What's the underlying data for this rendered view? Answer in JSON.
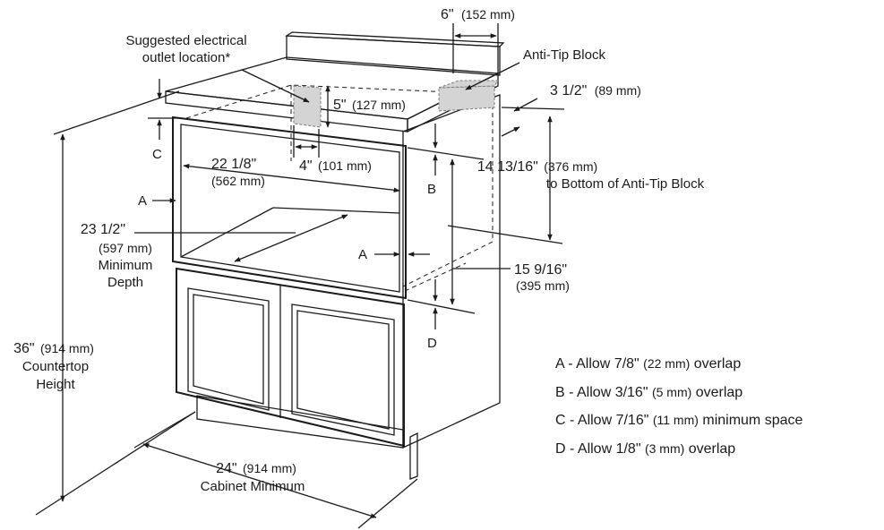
{
  "colors": {
    "ink": "#1a1a1a",
    "block": "#d4d4d4",
    "cabinet": "#ffffff"
  },
  "labels": {
    "outlet_line1": "Suggested electrical",
    "outlet_line2": "outlet location*",
    "anti_tip": "Anti-Tip Block",
    "top_width_main": "6\"",
    "top_width_mm": "(152 mm)",
    "block_depth_main": "3 1/2\"",
    "block_depth_mm": "(89 mm)",
    "outlet_height_main": "5\"",
    "outlet_height_mm": "(127 mm)",
    "outlet_offset_main": "4\"",
    "outlet_offset_mm": "(101 mm)",
    "width_main": "22 1/8\"",
    "width_mm": "(562 mm)",
    "depth_main": "23 1/2\"",
    "depth_mm": "(597 mm)",
    "depth_line2": "Minimum",
    "depth_line3": "Depth",
    "anti_tip_height_main": "14 13/16\"",
    "anti_tip_height_mm": "(376 mm)",
    "anti_tip_height_line2": "to Bottom of Anti-Tip Block",
    "opening_height_main": "15 9/16\"",
    "opening_height_mm": "(395 mm)",
    "counter_height_main": "36\"",
    "counter_height_mm": "(914 mm)",
    "counter_height_line2": "Countertop",
    "counter_height_line3": "Height",
    "cabinet_width_main": "24\"",
    "cabinet_width_mm": "(914 mm)",
    "cabinet_width_line2": "Cabinet Minimum",
    "marker_a": "A",
    "marker_b": "B",
    "marker_c": "C",
    "marker_d": "D"
  },
  "legend": [
    {
      "pre": "A - Allow 7/8\" ",
      "mm": "(22 mm)",
      "post": " overlap"
    },
    {
      "pre": "B - Allow 3/16\" ",
      "mm": "(5 mm)",
      "post": " overlap"
    },
    {
      "pre": "C - Allow 7/16\" ",
      "mm": "(11 mm)",
      "post": " minimum space"
    },
    {
      "pre": "D - Allow 1/8\" ",
      "mm": "(3 mm)",
      "post": " overlap"
    }
  ]
}
